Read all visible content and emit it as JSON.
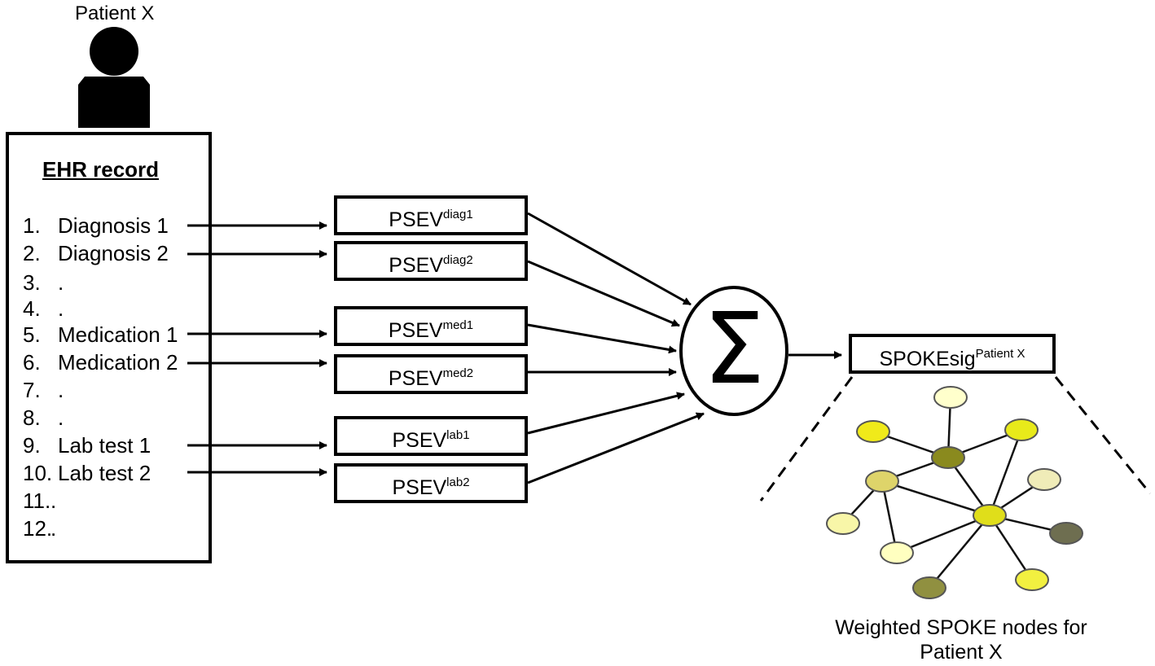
{
  "patient": {
    "label": "Patient X"
  },
  "ehr": {
    "title": "EHR record",
    "items": [
      {
        "num": "1.",
        "text": "Diagnosis 1"
      },
      {
        "num": "2.",
        "text": "Diagnosis 2"
      },
      {
        "num": "3.",
        "text": "."
      },
      {
        "num": "4.",
        "text": "."
      },
      {
        "num": "5.",
        "text": "Medication 1"
      },
      {
        "num": "6.",
        "text": "Medication 2"
      },
      {
        "num": "7.",
        "text": "."
      },
      {
        "num": "8.",
        "text": "."
      },
      {
        "num": "9.",
        "text": "Lab test 1"
      },
      {
        "num": "10.",
        "text": "Lab test 2"
      },
      {
        "num": "11.",
        "text": "."
      },
      {
        "num": "12.",
        "text": "."
      }
    ]
  },
  "psev": [
    {
      "base": "PSEV",
      "sup": "diag1"
    },
    {
      "base": "PSEV",
      "sup": "diag2"
    },
    {
      "base": "PSEV",
      "sup": "med1"
    },
    {
      "base": "PSEV",
      "sup": "med2"
    },
    {
      "base": "PSEV",
      "sup": "lab1"
    },
    {
      "base": "PSEV",
      "sup": "lab2"
    }
  ],
  "sum": {
    "symbol": "Σ"
  },
  "signature": {
    "base": "SPOKEsig",
    "sup": "Patient X"
  },
  "network": {
    "caption": "Weighted SPOKE nodes for Patient X",
    "node_colors": [
      "#ffffcc",
      "#f0ea1a",
      "#e8ea1a",
      "#8a8a1e",
      "#ded46a",
      "#f0ecb8",
      "#e0de1a",
      "#f8f6a8",
      "#6e6e50",
      "#ffffc0",
      "#909040",
      "#f2f040"
    ]
  }
}
